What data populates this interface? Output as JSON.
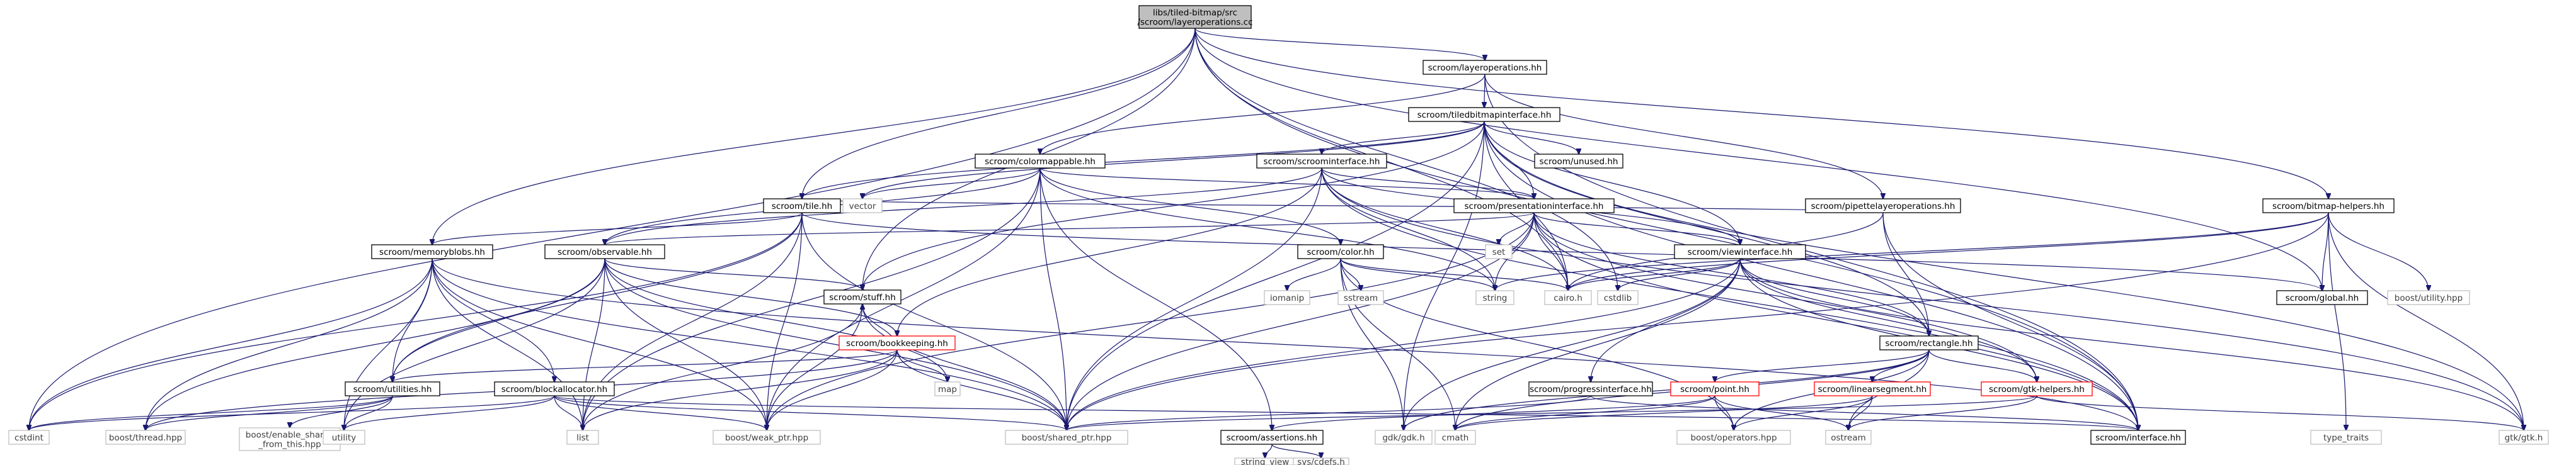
{
  "colors": {
    "edge": "#191970",
    "root_fill": "#bfbfbf",
    "missing_border": "#bfbfbf",
    "red_border": "#ff0000"
  },
  "nodes": [
    {
      "id": "root",
      "lines": [
        "libs/tiled-bitmap/src",
        "/scroom/layeroperations.cc"
      ],
      "kind": "root"
    },
    {
      "id": "cstdint",
      "lines": [
        "cstdint"
      ],
      "kind": "sys"
    },
    {
      "id": "memblobs",
      "lines": [
        "scroom/memoryblobs.hh"
      ],
      "kind": "local"
    },
    {
      "id": "tile",
      "lines": [
        "scroom/tile.hh"
      ],
      "kind": "local"
    },
    {
      "id": "stuff",
      "lines": [
        "scroom/stuff.hh"
      ],
      "kind": "local"
    },
    {
      "id": "cairo",
      "lines": [
        "cairo.h"
      ],
      "kind": "sys"
    },
    {
      "id": "layerops",
      "lines": [
        "scroom/layeroperations.hh"
      ],
      "kind": "local"
    },
    {
      "id": "tbi",
      "lines": [
        "scroom/tiledbitmapinterface.hh"
      ],
      "kind": "local"
    },
    {
      "id": "colormap",
      "lines": [
        "scroom/colormappable.hh"
      ],
      "kind": "local"
    },
    {
      "id": "scrint",
      "lines": [
        "scroom/scroominterface.hh"
      ],
      "kind": "local"
    },
    {
      "id": "unused",
      "lines": [
        "scroom/unused.hh"
      ],
      "kind": "local"
    },
    {
      "id": "vector",
      "lines": [
        "vector"
      ],
      "kind": "sys"
    },
    {
      "id": "presint",
      "lines": [
        "scroom/presentationinterface.hh"
      ],
      "kind": "local"
    },
    {
      "id": "pipette",
      "lines": [
        "scroom/pipettelayeroperations.hh"
      ],
      "kind": "local"
    },
    {
      "id": "set",
      "lines": [
        "set"
      ],
      "kind": "sys"
    },
    {
      "id": "observable",
      "lines": [
        "scroom/observable.hh"
      ],
      "kind": "local"
    },
    {
      "id": "color",
      "lines": [
        "scroom/color.hh"
      ],
      "kind": "local"
    },
    {
      "id": "viewint",
      "lines": [
        "scroom/viewinterface.hh"
      ],
      "kind": "local"
    },
    {
      "id": "bmphelpers",
      "lines": [
        "scroom/bitmap-helpers.hh"
      ],
      "kind": "local"
    },
    {
      "id": "global",
      "lines": [
        "scroom/global.hh"
      ],
      "kind": "local"
    },
    {
      "id": "boostutil",
      "lines": [
        "boost/utility.hpp"
      ],
      "kind": "sys"
    },
    {
      "id": "string",
      "lines": [
        "string"
      ],
      "kind": "sys"
    },
    {
      "id": "cstdlib",
      "lines": [
        "cstdlib"
      ],
      "kind": "sys"
    },
    {
      "id": "iomanip",
      "lines": [
        "iomanip"
      ],
      "kind": "sys"
    },
    {
      "id": "sstream",
      "lines": [
        "sstream"
      ],
      "kind": "sys"
    },
    {
      "id": "bookkeeping",
      "lines": [
        "scroom/bookkeeping.hh"
      ],
      "kind": "red"
    },
    {
      "id": "map",
      "lines": [
        "map"
      ],
      "kind": "sys"
    },
    {
      "id": "utilities",
      "lines": [
        "scroom/utilities.hh"
      ],
      "kind": "local"
    },
    {
      "id": "blockalloc",
      "lines": [
        "scroom/blockallocator.hh"
      ],
      "kind": "local"
    },
    {
      "id": "rectangle",
      "lines": [
        "scroom/rectangle.hh"
      ],
      "kind": "local"
    },
    {
      "id": "progress",
      "lines": [
        "scroom/progressinterface.hh"
      ],
      "kind": "local"
    },
    {
      "id": "point",
      "lines": [
        "scroom/point.hh"
      ],
      "kind": "red"
    },
    {
      "id": "linesegment",
      "lines": [
        "scroom/linearsegment.hh"
      ],
      "kind": "red"
    },
    {
      "id": "gtkhelpers",
      "lines": [
        "scroom/gtk-helpers.hh"
      ],
      "kind": "red"
    },
    {
      "id": "boostthread",
      "lines": [
        "boost/thread.hpp"
      ],
      "kind": "sys"
    },
    {
      "id": "enableshared",
      "lines": [
        "boost/enable_shared",
        "_from_this.hpp"
      ],
      "kind": "sys"
    },
    {
      "id": "utility",
      "lines": [
        "utility"
      ],
      "kind": "sys"
    },
    {
      "id": "list",
      "lines": [
        "list"
      ],
      "kind": "sys"
    },
    {
      "id": "weakptr",
      "lines": [
        "boost/weak_ptr.hpp"
      ],
      "kind": "sys"
    },
    {
      "id": "sharedptr",
      "lines": [
        "boost/shared_ptr.hpp"
      ],
      "kind": "sys"
    },
    {
      "id": "assertions",
      "lines": [
        "scroom/assertions.hh"
      ],
      "kind": "local"
    },
    {
      "id": "gdk",
      "lines": [
        "gdk/gdk.h"
      ],
      "kind": "sys"
    },
    {
      "id": "cmath",
      "lines": [
        "cmath"
      ],
      "kind": "sys"
    },
    {
      "id": "operators",
      "lines": [
        "boost/operators.hpp"
      ],
      "kind": "sys"
    },
    {
      "id": "ostream",
      "lines": [
        "ostream"
      ],
      "kind": "sys"
    },
    {
      "id": "interface",
      "lines": [
        "scroom/interface.hh"
      ],
      "kind": "local"
    },
    {
      "id": "typetraits",
      "lines": [
        "type_traits"
      ],
      "kind": "sys"
    },
    {
      "id": "gtk",
      "lines": [
        "gtk/gtk.h"
      ],
      "kind": "sys"
    },
    {
      "id": "stringview",
      "lines": [
        "string_view"
      ],
      "kind": "sys"
    },
    {
      "id": "syscdefs",
      "lines": [
        "sys/cdefs.h"
      ],
      "kind": "sys"
    }
  ],
  "edges": [
    [
      "root",
      "cstdint"
    ],
    [
      "root",
      "memblobs"
    ],
    [
      "root",
      "tile"
    ],
    [
      "root",
      "stuff"
    ],
    [
      "root",
      "cairo"
    ],
    [
      "root",
      "layerops"
    ],
    [
      "root",
      "cstdlib"
    ],
    [
      "root",
      "global"
    ],
    [
      "root",
      "interface"
    ],
    [
      "root",
      "bmphelpers"
    ],
    [
      "layerops",
      "tbi"
    ],
    [
      "layerops",
      "colormap"
    ],
    [
      "layerops",
      "pipette"
    ],
    [
      "layerops",
      "interface"
    ],
    [
      "tbi",
      "scrint"
    ],
    [
      "tbi",
      "unused"
    ],
    [
      "tbi",
      "vector"
    ],
    [
      "tbi",
      "presint"
    ],
    [
      "tbi",
      "tile"
    ],
    [
      "tbi",
      "stuff"
    ],
    [
      "tbi",
      "viewint"
    ],
    [
      "tbi",
      "cairo"
    ],
    [
      "tbi",
      "rectangle"
    ],
    [
      "tbi",
      "interface"
    ],
    [
      "tbi",
      "sharedptr"
    ],
    [
      "tbi",
      "gtk"
    ],
    [
      "tbi",
      "gdk"
    ],
    [
      "colormap",
      "vector"
    ],
    [
      "colormap",
      "observable"
    ],
    [
      "colormap",
      "presint"
    ],
    [
      "colormap",
      "color"
    ],
    [
      "colormap",
      "string"
    ],
    [
      "colormap",
      "sharedptr"
    ],
    [
      "colormap",
      "weakptr"
    ],
    [
      "colormap",
      "assertions"
    ],
    [
      "colormap",
      "list"
    ],
    [
      "scrint",
      "presint"
    ],
    [
      "scrint",
      "viewint"
    ],
    [
      "scrint",
      "bookkeeping"
    ],
    [
      "scrint",
      "string"
    ],
    [
      "scrint",
      "observable"
    ],
    [
      "scrint",
      "interface"
    ],
    [
      "scrint",
      "sharedptr"
    ],
    [
      "scrint",
      "gtk"
    ],
    [
      "scrint",
      "cairo"
    ],
    [
      "presint",
      "set"
    ],
    [
      "presint",
      "observable"
    ],
    [
      "presint",
      "viewint"
    ],
    [
      "presint",
      "rectangle"
    ],
    [
      "presint",
      "cairo"
    ],
    [
      "presint",
      "interface"
    ],
    [
      "presint",
      "sharedptr"
    ],
    [
      "presint",
      "string"
    ],
    [
      "presint",
      "gtkhelpers"
    ],
    [
      "presint",
      "weakptr"
    ],
    [
      "pipette",
      "rectangle"
    ],
    [
      "pipette",
      "tile"
    ],
    [
      "pipette",
      "cairo"
    ],
    [
      "pipette",
      "interface"
    ],
    [
      "observable",
      "bookkeeping"
    ],
    [
      "observable",
      "utilities"
    ],
    [
      "observable",
      "stuff"
    ],
    [
      "observable",
      "list"
    ],
    [
      "observable",
      "map"
    ],
    [
      "observable",
      "weakptr"
    ],
    [
      "observable",
      "sharedptr"
    ],
    [
      "observable",
      "boostthread"
    ],
    [
      "observable",
      "utility"
    ],
    [
      "tile",
      "memblobs"
    ],
    [
      "tile",
      "global"
    ],
    [
      "tile",
      "utilities"
    ],
    [
      "tile",
      "weakptr"
    ],
    [
      "tile",
      "sharedptr"
    ],
    [
      "tile",
      "list"
    ],
    [
      "tile",
      "cstdint"
    ],
    [
      "color",
      "string"
    ],
    [
      "color",
      "iomanip"
    ],
    [
      "color",
      "sstream"
    ],
    [
      "color",
      "cmath"
    ],
    [
      "color",
      "gdk"
    ],
    [
      "color",
      "operators"
    ],
    [
      "color",
      "cairo"
    ],
    [
      "viewint",
      "cairo"
    ],
    [
      "viewint",
      "cstdlib"
    ],
    [
      "viewint",
      "rectangle"
    ],
    [
      "viewint",
      "progress"
    ],
    [
      "viewint",
      "gtkhelpers"
    ],
    [
      "viewint",
      "interface"
    ],
    [
      "viewint",
      "gtk"
    ],
    [
      "viewint",
      "sharedptr"
    ],
    [
      "viewint",
      "gdk"
    ],
    [
      "viewint",
      "cmath"
    ],
    [
      "bmphelpers",
      "global"
    ],
    [
      "bmphelpers",
      "boostutil"
    ],
    [
      "bmphelpers",
      "typetraits"
    ],
    [
      "bmphelpers",
      "gtk"
    ],
    [
      "bmphelpers",
      "cairo"
    ],
    [
      "bmphelpers",
      "sharedptr"
    ],
    [
      "bmphelpers",
      "string"
    ],
    [
      "bookkeeping",
      "map"
    ],
    [
      "bookkeeping",
      "stuff"
    ],
    [
      "bookkeeping",
      "list"
    ],
    [
      "bookkeeping",
      "weakptr"
    ],
    [
      "bookkeeping",
      "sharedptr"
    ],
    [
      "bookkeeping",
      "utilities"
    ],
    [
      "bookkeeping",
      "boostthread"
    ],
    [
      "memblobs",
      "utilities"
    ],
    [
      "memblobs",
      "blockalloc"
    ],
    [
      "memblobs",
      "list"
    ],
    [
      "memblobs",
      "sharedptr"
    ],
    [
      "memblobs",
      "weakptr"
    ],
    [
      "memblobs",
      "cstdint"
    ],
    [
      "memblobs",
      "utility"
    ],
    [
      "memblobs",
      "boostthread"
    ],
    [
      "memblobs",
      "interface"
    ],
    [
      "utilities",
      "boostthread"
    ],
    [
      "utilities",
      "enableshared"
    ],
    [
      "utilities",
      "utility"
    ],
    [
      "utilities",
      "cstdint"
    ],
    [
      "blockalloc",
      "list"
    ],
    [
      "blockalloc",
      "sharedptr"
    ],
    [
      "blockalloc",
      "weakptr"
    ],
    [
      "blockalloc",
      "utility"
    ],
    [
      "blockalloc",
      "cstdint"
    ],
    [
      "blockalloc",
      "interface"
    ],
    [
      "stuff",
      "sharedptr"
    ],
    [
      "stuff",
      "weakptr"
    ],
    [
      "stuff",
      "list"
    ],
    [
      "rectangle",
      "point"
    ],
    [
      "rectangle",
      "linesegment"
    ],
    [
      "rectangle",
      "gtkhelpers"
    ],
    [
      "rectangle",
      "operators"
    ],
    [
      "rectangle",
      "ostream"
    ],
    [
      "rectangle",
      "cmath"
    ],
    [
      "rectangle",
      "gdk"
    ],
    [
      "progress",
      "sharedptr"
    ],
    [
      "progress",
      "interface"
    ],
    [
      "point",
      "operators"
    ],
    [
      "point",
      "ostream"
    ],
    [
      "point",
      "cmath"
    ],
    [
      "point",
      "assertions"
    ],
    [
      "linesegment",
      "operators"
    ],
    [
      "linesegment",
      "ostream"
    ],
    [
      "linesegment",
      "cmath"
    ],
    [
      "gtkhelpers",
      "gtk"
    ],
    [
      "gtkhelpers",
      "sharedptr"
    ],
    [
      "gtkhelpers",
      "ostream"
    ],
    [
      "assertions",
      "stringview"
    ],
    [
      "assertions",
      "syscdefs"
    ]
  ]
}
